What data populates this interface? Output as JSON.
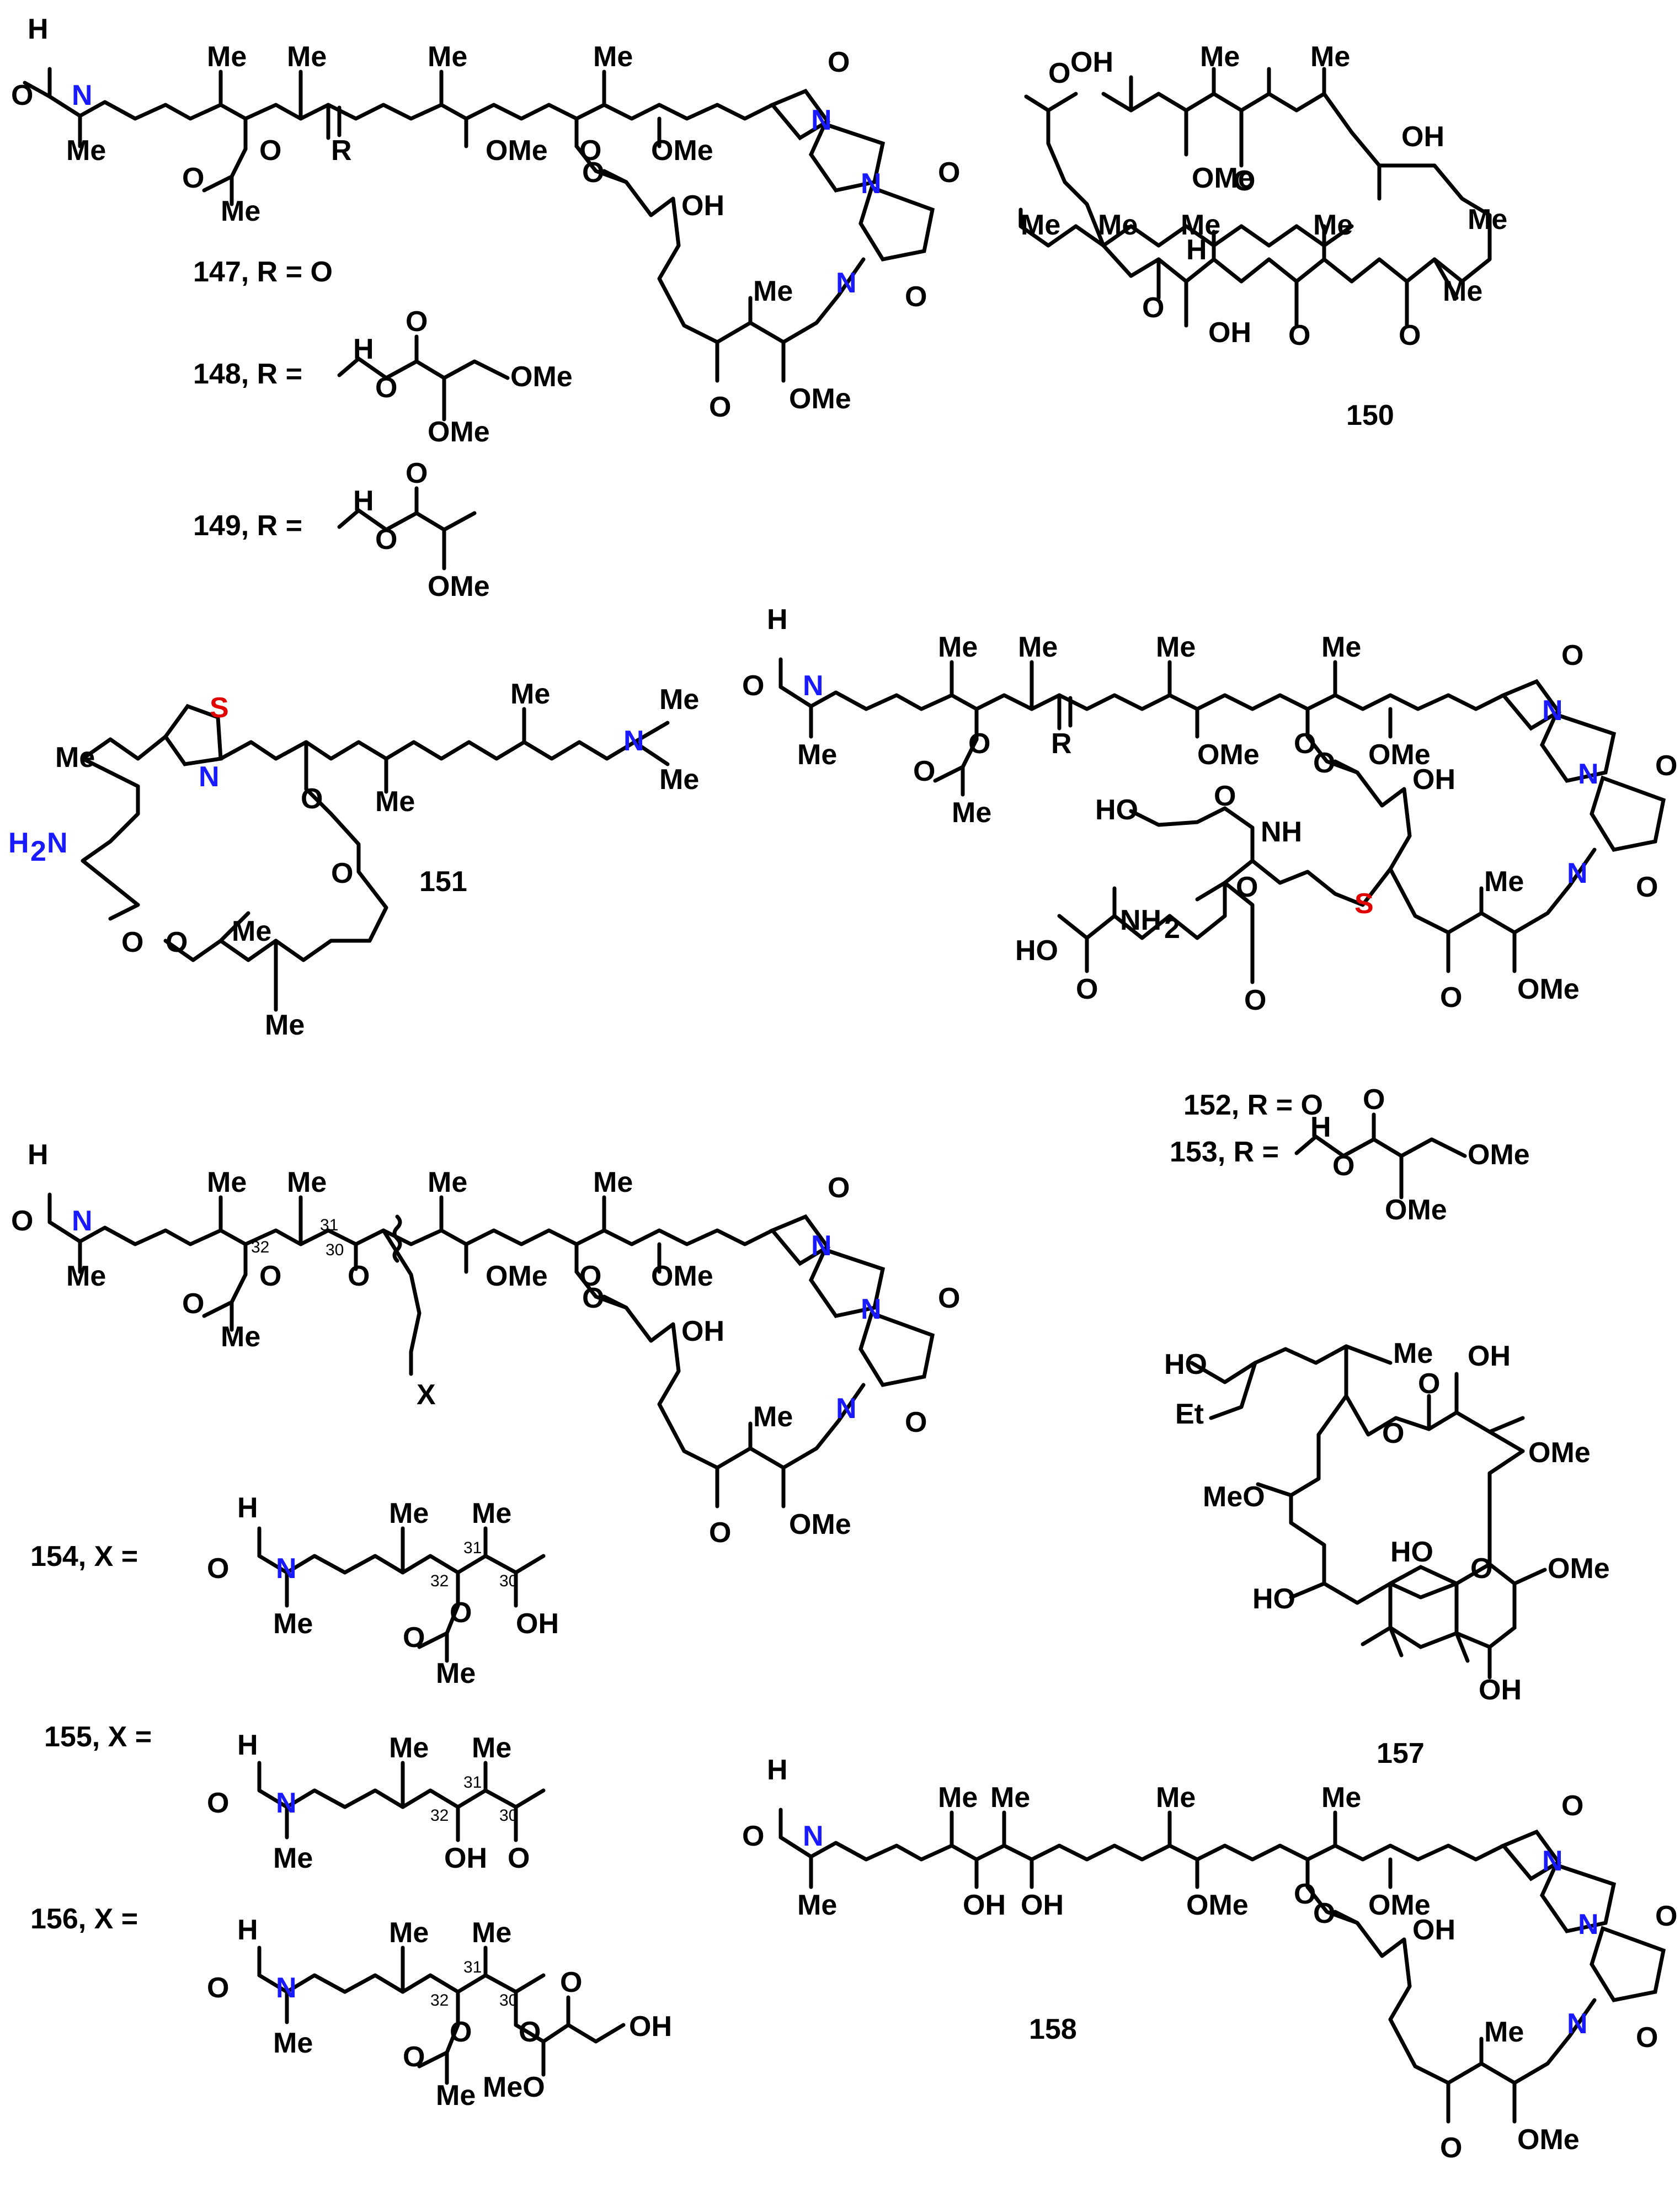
{
  "colors": {
    "nitrogen": "#1a1aff",
    "sulfur": "#e00000",
    "bond": "#000000"
  },
  "atoms": {
    "H": "H",
    "N": "N",
    "O": "O",
    "S": "S",
    "Me": "Me",
    "OMe": "OMe",
    "OH": "OH",
    "R": "R",
    "HO": "HO",
    "MeO": "MeO",
    "NH": "NH",
    "NH2": "NH",
    "two": "2",
    "H2N": "H",
    "Et": "Et",
    "X": "X"
  },
  "labels": {
    "c147": "147, R = O",
    "c148": "148, R =",
    "c149": "149, R =",
    "c150": "150",
    "c151": "151",
    "c152": "152, R = O",
    "c153": "153, R =",
    "c154": "154, X =",
    "c155": "155, X =",
    "c156": "156, X =",
    "c157": "157",
    "c158": "158"
  },
  "locants": {
    "n30": "30",
    "n31": "31",
    "n32": "32"
  }
}
